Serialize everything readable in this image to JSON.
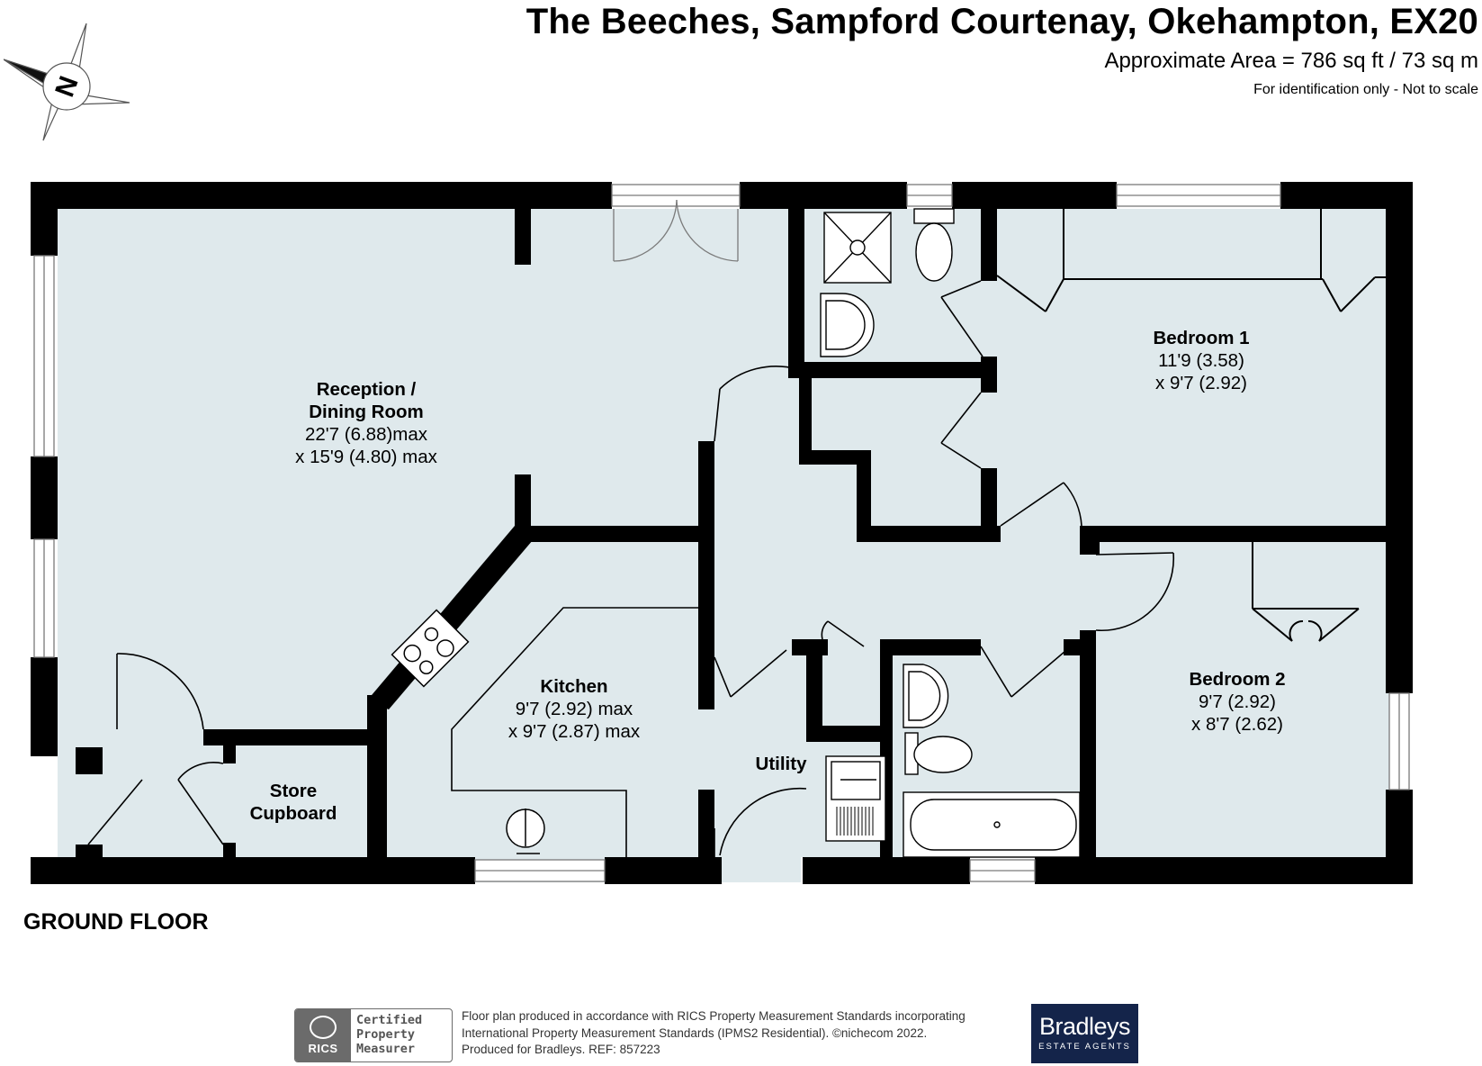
{
  "header": {
    "title": "The Beeches, Sampford Courtenay, Okehampton, EX20",
    "area": "Approximate Area = 786 sq ft / 73 sq m",
    "scale_note": "For identification only - Not to scale"
  },
  "compass": {
    "label": "N",
    "icon": "north-compass-icon"
  },
  "rooms": {
    "reception": {
      "name_line1": "Reception /",
      "name_line2": "Dining Room",
      "dim1": "22'7 (6.88)max",
      "dim2": "x 15'9 (4.80) max"
    },
    "bedroom1": {
      "name": "Bedroom 1",
      "dim1": "11'9 (3.58)",
      "dim2": "x 9'7 (2.92)"
    },
    "bedroom2": {
      "name": "Bedroom 2",
      "dim1": "9'7 (2.92)",
      "dim2": "x 8'7 (2.62)"
    },
    "kitchen": {
      "name": "Kitchen",
      "dim1": "9'7 (2.92) max",
      "dim2": "x 9'7 (2.87) max"
    },
    "utility": {
      "name": "Utility"
    },
    "store": {
      "name_line1": "Store",
      "name_line2": "Cupboard"
    }
  },
  "floor_label": "GROUND FLOOR",
  "footer": {
    "line1": "Floor plan produced in accordance with RICS Property Measurement Standards incorporating",
    "line2": "International Property Measurement Standards (IPMS2 Residential).  ©nichecom 2022.",
    "line3": "Produced for Bradleys.   REF:  857223",
    "rics_badge": {
      "logo_text": "RICS",
      "line1": "Certified",
      "line2": "Property",
      "line3": "Measurer"
    },
    "brand": {
      "name": "Bradleys",
      "sub": "ESTATE AGENTS",
      "color": "#14244a"
    }
  },
  "colors": {
    "wall": "#000000",
    "floor": "#dfe9ec",
    "window": "#ffffff",
    "fixture": "#444444"
  }
}
